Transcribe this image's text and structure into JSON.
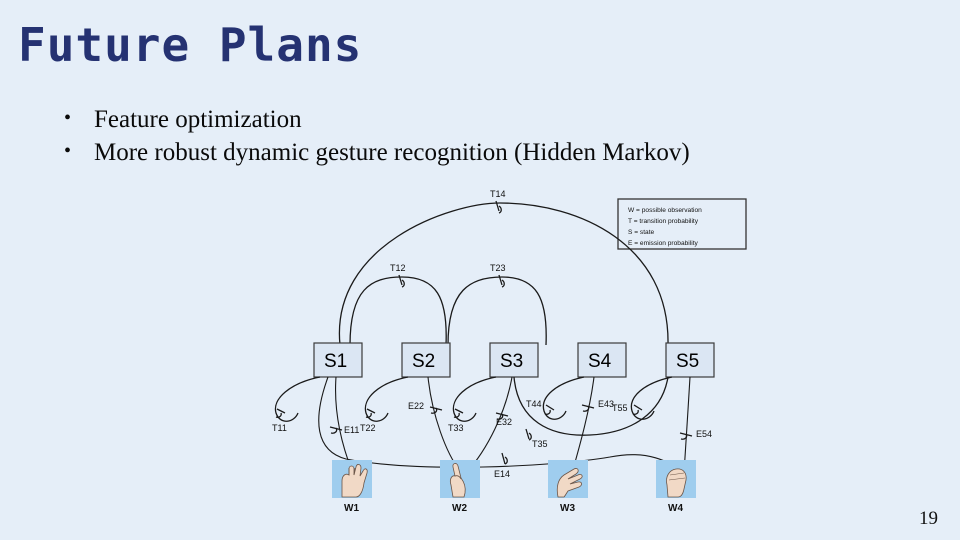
{
  "slide": {
    "title": "Future Plans",
    "page_number": "19",
    "background_color": "#e5eef8",
    "title_color": "#253272"
  },
  "bullets": [
    {
      "marker": "•",
      "text": "Feature optimization"
    },
    {
      "marker": "•",
      "text": "More robust dynamic gesture recognition (Hidden Markov)"
    }
  ],
  "diagram": {
    "legend": {
      "lines": [
        "W = possible observation",
        "T = transition probability",
        "S = state",
        "E = emission probability"
      ],
      "border_color": "#333333"
    },
    "states": [
      {
        "label": "S1"
      },
      {
        "label": "S2"
      },
      {
        "label": "S3"
      },
      {
        "label": "S4"
      },
      {
        "label": "S5"
      }
    ],
    "state_fill": "#dbe6f3",
    "state_border": "#3a3a3a",
    "transition_labels": [
      "T14",
      "T12",
      "T23",
      "T11",
      "T22",
      "T33",
      "T44",
      "T55",
      "T35"
    ],
    "emission_labels": [
      "E11",
      "E22",
      "E32",
      "E43",
      "E14",
      "E54"
    ],
    "observations": [
      {
        "label": "W1"
      },
      {
        "label": "W2"
      },
      {
        "label": "W3"
      },
      {
        "label": "W4"
      }
    ],
    "observation_bg": "#9fcdee",
    "hand_color": "#f0d7c4"
  }
}
